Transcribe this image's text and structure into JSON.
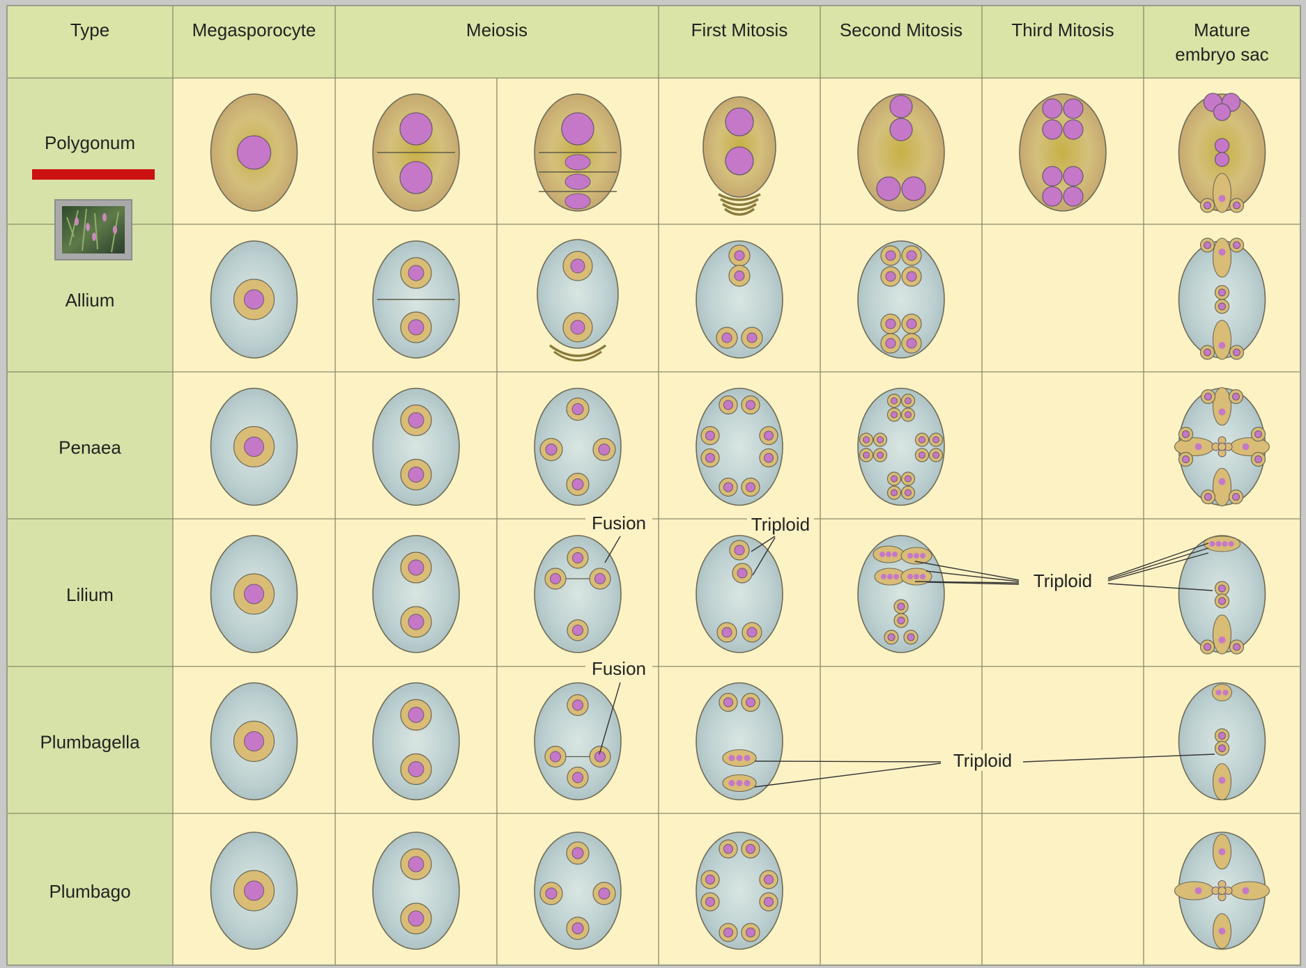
{
  "header": {
    "type_label": "Type",
    "columns": [
      {
        "id": "megasporocyte",
        "lines": [
          "Megasporocyte"
        ]
      },
      {
        "id": "meiosis",
        "lines": [
          "Meiosis"
        ]
      },
      {
        "id": "first-mitosis",
        "lines": [
          "First Mitosis"
        ]
      },
      {
        "id": "second-mitosis",
        "lines": [
          "Second Mitosis"
        ]
      },
      {
        "id": "third-mitosis",
        "lines": [
          "Third Mitosis"
        ]
      },
      {
        "id": "mature-embryo-sac",
        "lines": [
          "Mature",
          "embryo sac"
        ]
      }
    ]
  },
  "rows": [
    {
      "id": "polygonum",
      "label": "Polygonum",
      "highlighted": true,
      "has_thumbnail": true
    },
    {
      "id": "allium",
      "label": "Allium"
    },
    {
      "id": "penaea",
      "label": "Penaea"
    },
    {
      "id": "lilium",
      "label": "Lilium"
    },
    {
      "id": "plumbagella",
      "label": "Plumbagella"
    },
    {
      "id": "plumbago",
      "label": "Plumbago"
    }
  ],
  "annotations": {
    "fusion": "Fusion",
    "triploid": "Triploid"
  },
  "colors": {
    "header_bg": "#d9e4a6",
    "label_col_bg": "#d7e2a8",
    "cell_bg": "#fcf2c4",
    "grid_line": "#8a8a6a",
    "highlight_bar": "#cc1111",
    "sac_olive": "#c4b070",
    "sac_blue": "#b6c9cb",
    "cell_tan": "#d9bc76",
    "nucleus": "#c678c8"
  }
}
